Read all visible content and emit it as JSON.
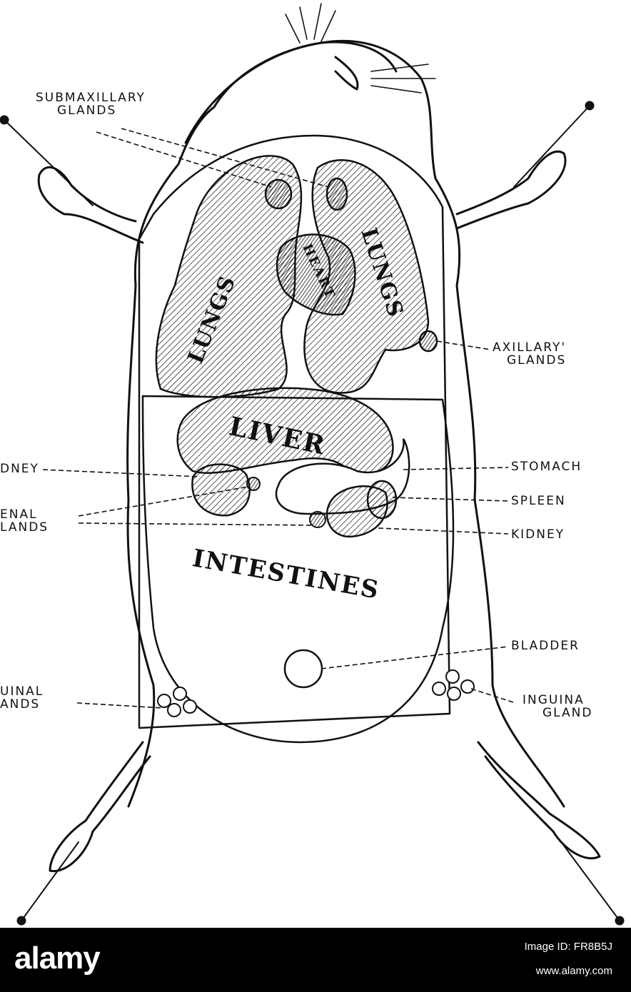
{
  "labels": {
    "submaxillary": [
      "SUBMAXILLARY",
      "GLANDS"
    ],
    "axillary": [
      "AXILLARY'",
      "GLANDS"
    ],
    "kidney_left": "DNEY",
    "adrenal": [
      "ENAL",
      "LANDS"
    ],
    "stomach": "STOMACH",
    "spleen": "SPLEEN",
    "kidney_right": "KIDNEY",
    "bladder": "BLADDER",
    "inguinal_left": [
      "UINAL",
      "ANDS"
    ],
    "inguinal_right": [
      "INGUINA",
      "GLAND"
    ]
  },
  "organs": {
    "lungs_left": "LUNGS",
    "lungs_right": "LUNGS",
    "heart": "HEART",
    "liver": "LIVER",
    "intestines": "INTESTINES"
  },
  "watermark": {
    "brand": "alamy",
    "image_id": "Image ID: FR8B5J",
    "url": "www.alamy.com"
  }
}
